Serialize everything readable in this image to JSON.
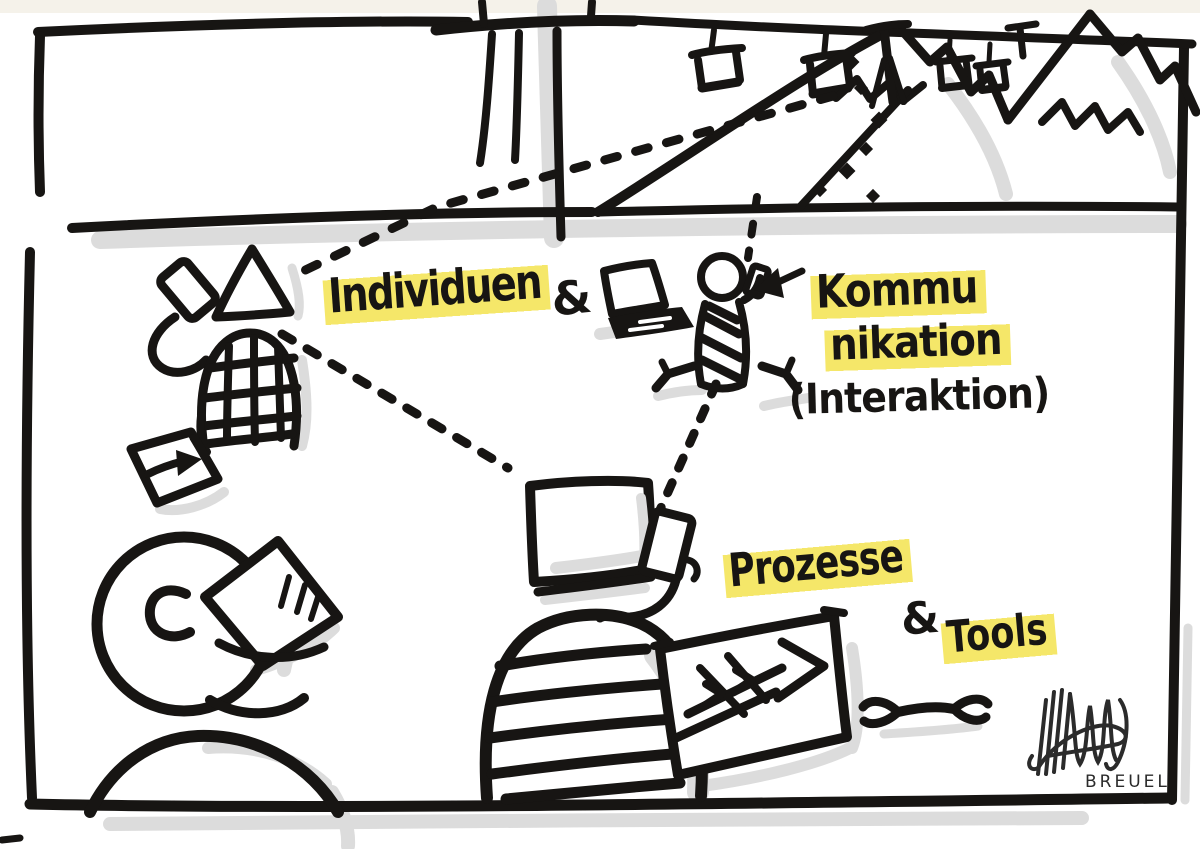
{
  "sketch": {
    "labels": {
      "individuen": {
        "text": "Individuen",
        "highlighted": true
      },
      "amp_top": {
        "text": "&",
        "highlighted": false
      },
      "kommu": {
        "text": "Kommu",
        "highlighted": true
      },
      "nikation": {
        "text": "nikation",
        "highlighted": true
      },
      "interaktion": {
        "text": "(Interaktion)",
        "highlighted": false
      },
      "prozesse": {
        "text": "Prozesse",
        "highlighted": true
      },
      "amp_bottom": {
        "text": "&",
        "highlighted": false
      },
      "tools": {
        "text": "Tools",
        "highlighted": true
      },
      "signature_name": {
        "text": "BREUEL"
      }
    },
    "colors": {
      "ink": "#171513",
      "highlight": "#f5e769",
      "shadow": "#dcdcdc",
      "paper": "#ffffff",
      "paper_edge": "#f5f2ea",
      "signature_gray": "#2b2b2b"
    },
    "icons": [
      "mountains-icon",
      "chairlift-cable-icon",
      "chairlift-chair-icon",
      "lift-station-icon",
      "lift-pylon-icon",
      "tree-diamond-icon",
      "dotted-connector-line",
      "triangle-head-person-icon",
      "smartphone-icon",
      "plaid-shirt-icon",
      "arrow-card-icon",
      "laptop-icon",
      "tie-person-icon",
      "message-arrow-icon",
      "back-of-head-person-icon",
      "phone-to-ear-icon",
      "monitor-icon",
      "raised-phone-icon",
      "striped-shirt-icon",
      "process-arrows-board-icon",
      "wrench-icon",
      "signature-scribble-icon"
    ]
  }
}
